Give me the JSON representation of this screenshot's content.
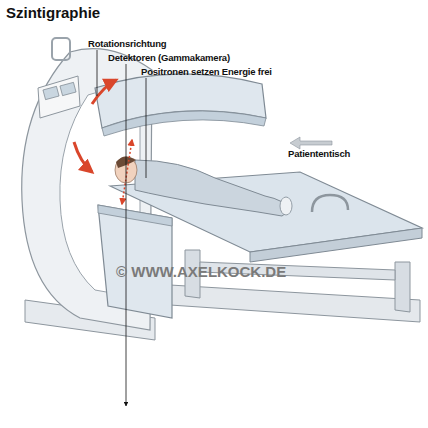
{
  "diagram": {
    "title": "Szintigraphie",
    "labels": [
      "Rotationsrichtung",
      "Detektoren (Gammakamera)",
      "Positronen setzen Energie frei",
      "Patiententisch",
      "© WWW.AXELKOCK.DE"
    ]
  }
}
